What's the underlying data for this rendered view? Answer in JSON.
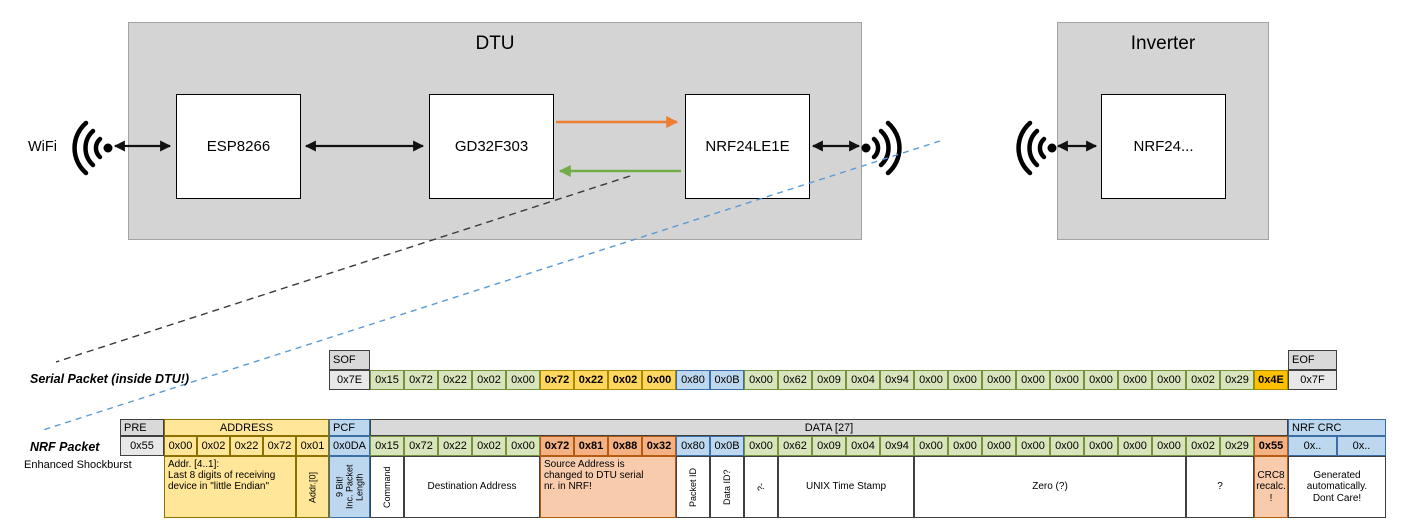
{
  "diagram": {
    "wifi_label": "WiFi",
    "dtu": {
      "title": "DTU",
      "chips": [
        "ESP8266",
        "GD32F303",
        "NRF24LE1E"
      ]
    },
    "inverter": {
      "title": "Inverter",
      "chip": "NRF24..."
    }
  },
  "colors": {
    "cell_green": "#d8e4bc",
    "cell_gold": "#ffd75e",
    "cell_gold_deep": "#ffc000",
    "cell_yellow": "#ffe699",
    "cell_blue": "#bdd7ee",
    "cell_orange": "#f4b183",
    "cell_orange_light": "#f8cbad",
    "arrow_orange": "#ed7d31",
    "arrow_green": "#70ad47",
    "dashed_blue": "#5b9bd5"
  },
  "serial_packet": {
    "label": "Serial Packet (inside DTU!)",
    "sof_header": "SOF",
    "sof_value": "0x7E",
    "eof_header": "EOF",
    "eof_value": "0x7F",
    "bytes": [
      {
        "v": "0x15",
        "c": "green"
      },
      {
        "v": "0x72",
        "c": "green"
      },
      {
        "v": "0x22",
        "c": "green"
      },
      {
        "v": "0x02",
        "c": "green"
      },
      {
        "v": "0x00",
        "c": "green"
      },
      {
        "v": "0x72",
        "c": "gold",
        "b": true
      },
      {
        "v": "0x22",
        "c": "gold",
        "b": true
      },
      {
        "v": "0x02",
        "c": "gold",
        "b": true
      },
      {
        "v": "0x00",
        "c": "gold",
        "b": true
      },
      {
        "v": "0x80",
        "c": "blue"
      },
      {
        "v": "0x0B",
        "c": "blue"
      },
      {
        "v": "0x00",
        "c": "green"
      },
      {
        "v": "0x62",
        "c": "green"
      },
      {
        "v": "0x09",
        "c": "green"
      },
      {
        "v": "0x04",
        "c": "green"
      },
      {
        "v": "0x94",
        "c": "green"
      },
      {
        "v": "0x00",
        "c": "green"
      },
      {
        "v": "0x00",
        "c": "green"
      },
      {
        "v": "0x00",
        "c": "green"
      },
      {
        "v": "0x00",
        "c": "green"
      },
      {
        "v": "0x00",
        "c": "green"
      },
      {
        "v": "0x00",
        "c": "green"
      },
      {
        "v": "0x00",
        "c": "green"
      },
      {
        "v": "0x00",
        "c": "green"
      },
      {
        "v": "0x02",
        "c": "green"
      },
      {
        "v": "0x29",
        "c": "green"
      },
      {
        "v": "0x4E",
        "c": "gold_deep",
        "b": true
      }
    ]
  },
  "nrf_packet": {
    "label": "NRF Packet",
    "sublabel": "Enhanced Shockburst",
    "sections": [
      {
        "label": "PRE",
        "span": 1,
        "c": "gray_h"
      },
      {
        "label": "ADDRESS",
        "span": 5,
        "c": "yellow"
      },
      {
        "label": "PCF",
        "span": 1,
        "c": "blue"
      },
      {
        "label": "DATA [27]",
        "span": 27,
        "c": "gray_h"
      },
      {
        "label": "NRF CRC",
        "span": 2,
        "c": "blue"
      }
    ],
    "bytes": [
      {
        "v": "0x55",
        "c": "gray"
      },
      {
        "v": "0x00",
        "c": "yellow"
      },
      {
        "v": "0x02",
        "c": "yellow"
      },
      {
        "v": "0x22",
        "c": "yellow"
      },
      {
        "v": "0x72",
        "c": "yellow"
      },
      {
        "v": "0x01",
        "c": "yellow"
      },
      {
        "v": "0x0DA",
        "c": "blue"
      },
      {
        "v": "0x15",
        "c": "green"
      },
      {
        "v": "0x72",
        "c": "green"
      },
      {
        "v": "0x22",
        "c": "green"
      },
      {
        "v": "0x02",
        "c": "green"
      },
      {
        "v": "0x00",
        "c": "green"
      },
      {
        "v": "0x72",
        "c": "orange",
        "b": true
      },
      {
        "v": "0x81",
        "c": "orange",
        "b": true
      },
      {
        "v": "0x88",
        "c": "orange",
        "b": true
      },
      {
        "v": "0x32",
        "c": "orange",
        "b": true
      },
      {
        "v": "0x80",
        "c": "blue"
      },
      {
        "v": "0x0B",
        "c": "blue"
      },
      {
        "v": "0x00",
        "c": "green"
      },
      {
        "v": "0x62",
        "c": "green"
      },
      {
        "v": "0x09",
        "c": "green"
      },
      {
        "v": "0x04",
        "c": "green"
      },
      {
        "v": "0x94",
        "c": "green"
      },
      {
        "v": "0x00",
        "c": "green"
      },
      {
        "v": "0x00",
        "c": "green"
      },
      {
        "v": "0x00",
        "c": "green"
      },
      {
        "v": "0x00",
        "c": "green"
      },
      {
        "v": "0x00",
        "c": "green"
      },
      {
        "v": "0x00",
        "c": "green"
      },
      {
        "v": "0x00",
        "c": "green"
      },
      {
        "v": "0x00",
        "c": "green"
      },
      {
        "v": "0x02",
        "c": "green"
      },
      {
        "v": "0x29",
        "c": "green"
      },
      {
        "v": "0x55",
        "c": "orange",
        "b": true
      },
      {
        "v": "0x..",
        "c": "blue"
      },
      {
        "v": "0x..",
        "c": "blue"
      }
    ],
    "annotations": [
      {
        "text": "",
        "span": 1,
        "c": "none"
      },
      {
        "text": "Addr. [4..1]:\nLast 8 digits of receiving\ndevice in \"little Endian\"",
        "span": 4,
        "c": "yellow",
        "align": "left"
      },
      {
        "text": "Addr.[0]",
        "span": 1,
        "c": "yellow",
        "vertical": true
      },
      {
        "text": "9 Bit!\nInc. Packet\nLength",
        "span": 1,
        "c": "blue",
        "vertical": true
      },
      {
        "text": "Command",
        "span": 1,
        "c": "white",
        "vertical": true
      },
      {
        "text": "Destination Address",
        "span": 4,
        "c": "white"
      },
      {
        "text": "Source Address is\nchanged to DTU serial\nnr. in NRF!",
        "span": 4,
        "c": "orange_light",
        "align": "left"
      },
      {
        "text": "Packet ID",
        "span": 1,
        "c": "white",
        "vertical": true
      },
      {
        "text": "Data ID?",
        "span": 1,
        "c": "white",
        "vertical": true
      },
      {
        "text": "?-",
        "span": 1,
        "c": "white",
        "vertical": true
      },
      {
        "text": "UNIX Time Stamp",
        "span": 4,
        "c": "white"
      },
      {
        "text": "Zero (?)",
        "span": 8,
        "c": "white"
      },
      {
        "text": "?",
        "span": 2,
        "c": "white"
      },
      {
        "text": "CRC8\nrecalc.\n!",
        "span": 1,
        "c": "orange_light"
      },
      {
        "text": "Generated\nautomatically.\nDont Care!",
        "span": 2,
        "c": "white"
      }
    ]
  }
}
